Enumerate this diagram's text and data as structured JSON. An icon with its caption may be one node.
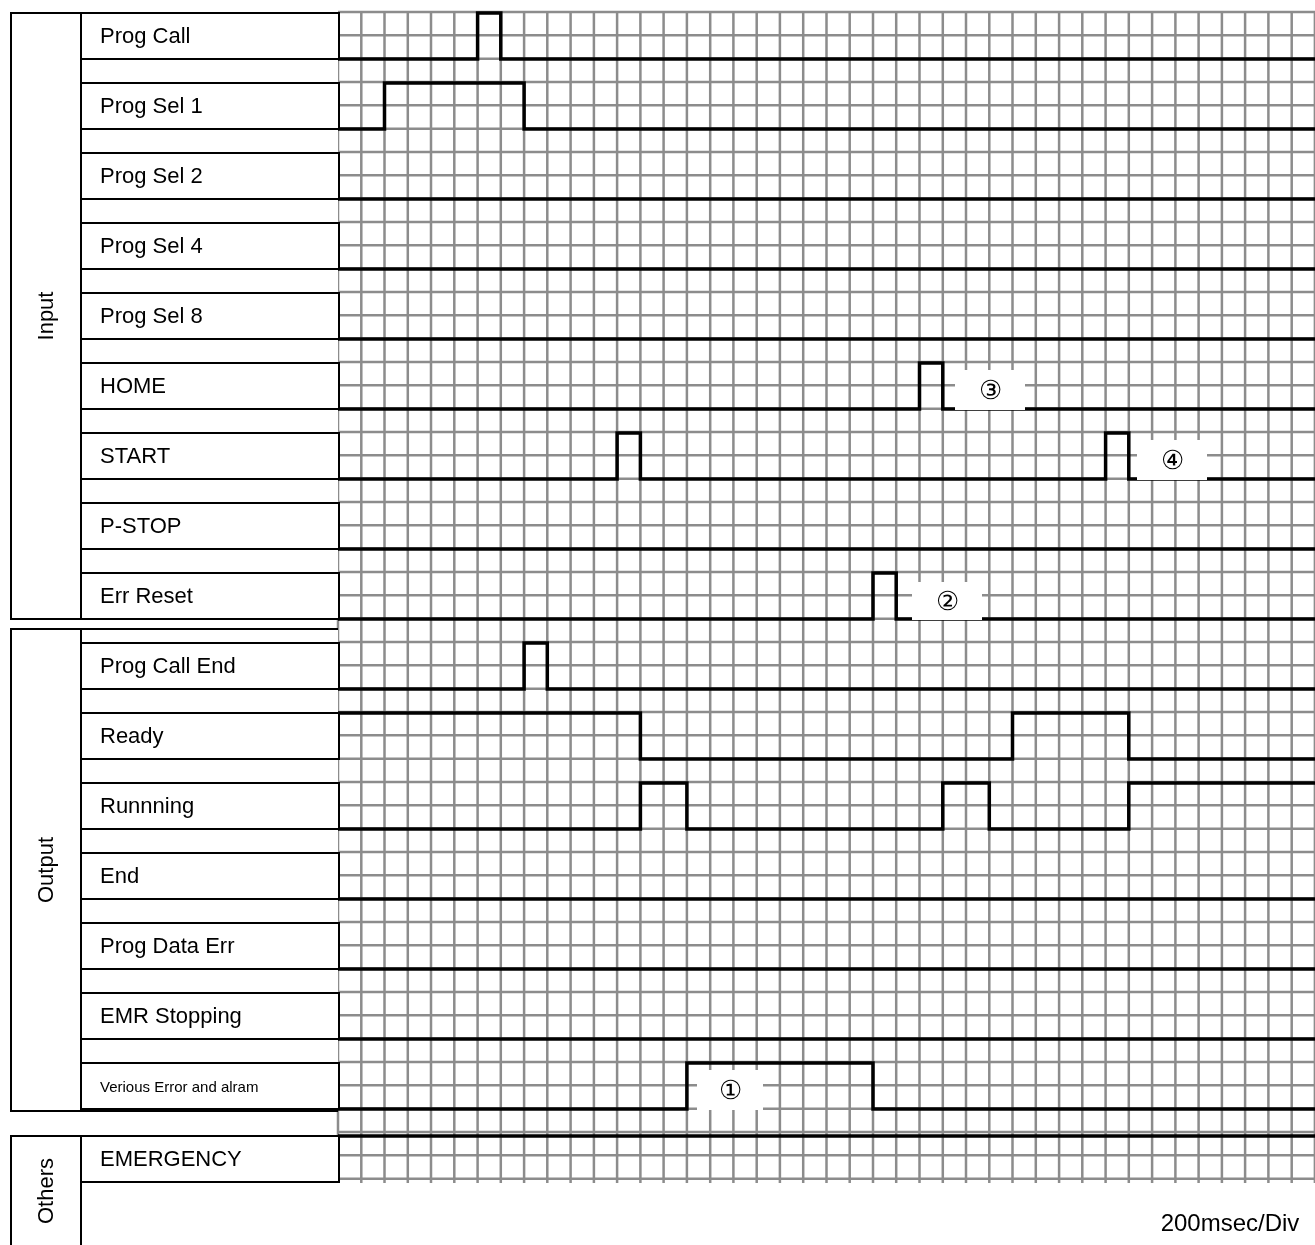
{
  "diagram": {
    "nodes": [
      {
        "text": [
          "Input"
        ]
      },
      {
        "text": [
          "Prog Call"
        ],
        "in": 0
      },
      {
        "text": [
          "Prog Sel 1"
        ],
        "in": 0
      },
      {
        "text": [
          "Prog Sel 2"
        ],
        "in": 0
      },
      {
        "text": [
          "Prog Sel 4"
        ],
        "in": 0
      },
      {
        "text": [
          "Prog Sel 8"
        ],
        "in": 0
      },
      {
        "text": [
          "HOME"
        ],
        "in": 0
      },
      {
        "text": [
          "START"
        ],
        "in": 0
      },
      {
        "text": [
          "P-STOP"
        ],
        "in": 0
      },
      {
        "text": [
          "Err Reset"
        ],
        "in": 0
      },
      {
        "text": [
          "Output"
        ]
      },
      {
        "text": [
          "Prog Call End"
        ],
        "in": 10
      },
      {
        "text": [
          "Ready"
        ],
        "in": 10
      },
      {
        "text": [
          "Runnning"
        ],
        "in": 10
      },
      {
        "text": [
          "End"
        ],
        "in": 10
      },
      {
        "text": [
          "Prog Data Err"
        ],
        "in": 10
      },
      {
        "text": [
          "EMR Stopping"
        ],
        "in": 10
      },
      {
        "text": [
          "Verious Error and alram"
        ],
        "in": 10
      },
      {
        "text": [
          "Others"
        ]
      },
      {
        "text": [
          "EMERGENCY"
        ],
        "in": 18
      }
    ],
    "labels": [
      "③",
      "④",
      "②",
      "①",
      "200msec/Div"
    ]
  }
}
